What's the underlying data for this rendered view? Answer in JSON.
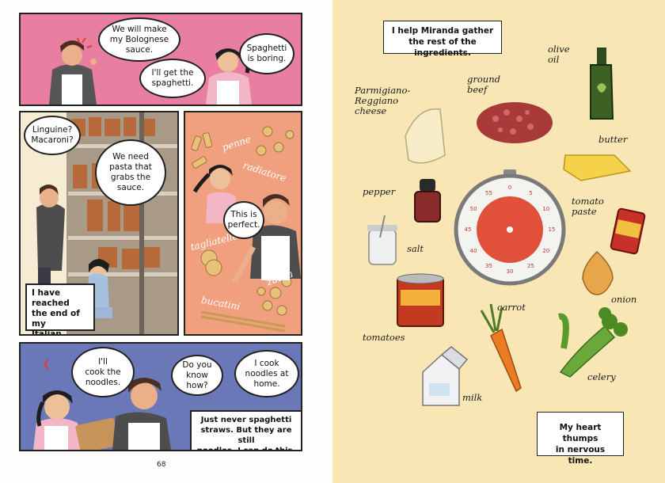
{
  "left_page": {
    "panel1": {
      "bubble_bolognese": "We will make\nmy Bolognese\nsauce.",
      "bubble_spaghetti_get": "I'll get the\nspaghetti.",
      "bubble_spaghetti_boring": "Spaghetti\nis boring."
    },
    "panel2": {
      "bubble_linguine": "Linguine?\nMacaroni?",
      "bubble_grabs": "We need\npasta that\ngrabs the\nsauce.",
      "caption_end": "I have reached\nthe end of my\nItalian pasta\nknowledge."
    },
    "panel3": {
      "bubble_perfect": "This is\nperfect.",
      "pasta_labels": [
        "penne",
        "radiatore",
        "tagliatelle",
        "zucca",
        "bucatini"
      ]
    },
    "panel4": {
      "bubble_cook_noodles": "I'll\ncook the\nnoodles.",
      "bubble_know_how": "Do you\nknow how?",
      "bubble_cook_home": "I cook\nnoodles at\nhome.",
      "caption_straws": "Just never spaghetti\nstraws. But they are still\nnoodles. I can do this."
    },
    "page_number": "68"
  },
  "right_page": {
    "caption_top": "I help Miranda gather\nthe rest of the ingredients.",
    "caption_bottom": "My heart thumps\nin nervous time.",
    "ingredients": {
      "parmigiano": "Parmigiano-\nReggiano\ncheese",
      "ground_beef": "ground\nbeef",
      "olive_oil": "olive\noil",
      "butter": "butter",
      "pepper": "pepper",
      "tomato_paste": "tomato\npaste",
      "salt": "salt",
      "onion": "onion",
      "carrot": "carrot",
      "tomatoes": "tomatoes",
      "celery": "celery",
      "milk": "milk"
    },
    "timer_ticks": [
      "0",
      "5",
      "10",
      "15",
      "20",
      "25",
      "30",
      "35",
      "40",
      "45",
      "50",
      "55"
    ]
  },
  "colors": {
    "panel1_bg": "#e87fa0",
    "panel3_bg": "#f0a07e",
    "panel4_bg": "#6b78b8",
    "right_bg": "#f8e6b4",
    "timer_red": "#e0503a"
  }
}
